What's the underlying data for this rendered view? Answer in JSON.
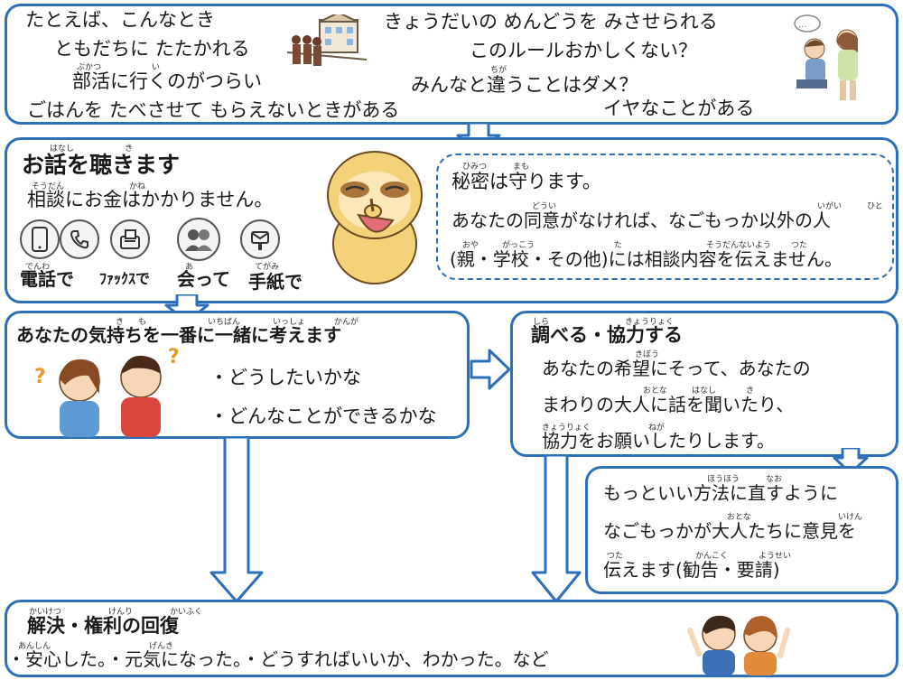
{
  "top": {
    "lines": [
      "たとえば、こんなとき",
      "ともだちに たたかれる",
      "部活に行くのがつらい",
      "ごはんを たべさせて もらえないときがある",
      "きょうだいの めんどうを みさせられる",
      "このルールおかしくない？",
      "みんなと違うことはダメ？",
      "イヤなことがある"
    ],
    "ruby": [
      "ぶかつ",
      "い",
      "ちが"
    ]
  },
  "listen": {
    "title": "お話を聴きます",
    "ruby_title": [
      "はなし",
      "き"
    ],
    "subtitle": "相談にお金はかかりません。",
    "ruby_sub": [
      "そうだん",
      "かね"
    ],
    "methods": [
      "電話で",
      "ﾌｧｯｸｽで",
      "会って",
      "手紙で"
    ],
    "ruby_methods": [
      "でんわ",
      "あ",
      "てがみ"
    ]
  },
  "secret": {
    "line1": "秘密は守ります。",
    "line2": "あなたの同意がなければ、なごもっか以外の人",
    "line3": "(親・学校・その他)には相談内容を伝えません。",
    "ruby": [
      "ひみつ",
      "まも",
      "どうい",
      "いがい",
      "ひと",
      "おや",
      "がっこう",
      "た",
      "そうだんないよう",
      "つた"
    ]
  },
  "feelings": {
    "title": "あなたの気持ちを一番に一緒に考えます",
    "ruby": [
      "き",
      "も",
      "いちばん",
      "いっしょ",
      "かんが"
    ],
    "bullets": [
      "・どうしたいかな",
      "・どんなことができるかな"
    ]
  },
  "investigate": {
    "title": "調べる・協力する",
    "ruby_title": [
      "しら",
      "きょうりょく"
    ],
    "lines": [
      "あなたの希望にそって、あなたの",
      "まわりの大人に話を聞いたり、",
      "協力をお願いしたりします。"
    ],
    "ruby": [
      "きぼう",
      "おとな",
      "はなし",
      "き",
      "きょうりょく",
      "ねが"
    ]
  },
  "advise": {
    "lines": [
      "もっといい方法に直すように",
      "なごもっかが大人たちに意見を",
      "伝えます(勧告・要請)"
    ],
    "ruby": [
      "ほうほう",
      "なお",
      "おとな",
      "いけん",
      "つた",
      "かんこく",
      "ようせい"
    ]
  },
  "result": {
    "title": "解決・権利の回復",
    "ruby_title": [
      "かいけつ",
      "けんり",
      "かいふく"
    ],
    "text": "・安心した。・元気になった。・どうすればいいか、わかった。など",
    "ruby": [
      "あんしん",
      "げんき"
    ]
  },
  "colors": {
    "border": "#2d6fb8",
    "arrow_fill": "#ffffff"
  }
}
